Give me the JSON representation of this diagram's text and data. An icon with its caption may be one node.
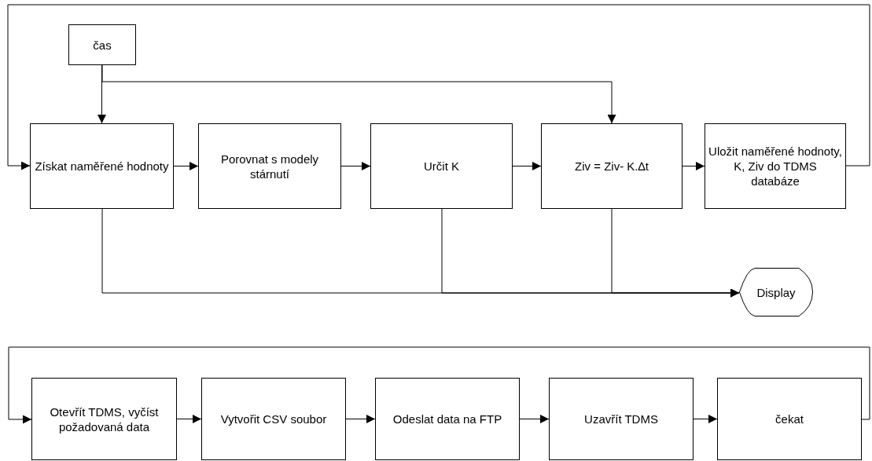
{
  "diagram": {
    "nodes": [
      {
        "text": [
          "čas"
        ]
      },
      {
        "text": [
          "Získat naměřené hodnoty"
        ]
      },
      {
        "text": [
          "Porovnat s modely stárnutí"
        ]
      },
      {
        "text": [
          "Určit K"
        ]
      },
      {
        "text": [
          "Ziv = Ziv- K.∆t"
        ]
      },
      {
        "text": [
          "Uložit naměřené hodnoty, K, Ziv do TDMS databáze"
        ]
      },
      {
        "text": [
          "Display"
        ]
      },
      {
        "text": [
          "Otevřít TDMS, vyčíst požadovaná data"
        ]
      },
      {
        "text": [
          "Vytvořit CSV soubor"
        ]
      },
      {
        "text": [
          "Odeslat data na FTP"
        ]
      },
      {
        "text": [
          "Uzavřít TDMS"
        ]
      },
      {
        "text": [
          "čekat"
        ]
      }
    ],
    "edges": [
      {
        "from": 0,
        "to": 1,
        "arrow": "to"
      },
      {
        "from": 0,
        "to": 4,
        "arrow": "to"
      },
      {
        "from": 1,
        "to": 2,
        "arrow": "to"
      },
      {
        "from": 2,
        "to": 3,
        "arrow": "to"
      },
      {
        "from": 3,
        "to": 4,
        "arrow": "to"
      },
      {
        "from": 4,
        "to": 5,
        "arrow": "to"
      },
      {
        "from": 5,
        "to": 1,
        "arrow": "to"
      },
      {
        "from": 1,
        "to": 6,
        "arrow": "to"
      },
      {
        "from": 3,
        "to": 6,
        "arrow": "to"
      },
      {
        "from": 4,
        "to": 6,
        "arrow": "to"
      },
      {
        "from": 7,
        "to": 8,
        "arrow": "to"
      },
      {
        "from": 8,
        "to": 9,
        "arrow": "to"
      },
      {
        "from": 9,
        "to": 10,
        "arrow": "to"
      },
      {
        "from": 10,
        "to": 11,
        "arrow": "to"
      },
      {
        "from": 11,
        "to": 7,
        "arrow": "to"
      }
    ]
  }
}
